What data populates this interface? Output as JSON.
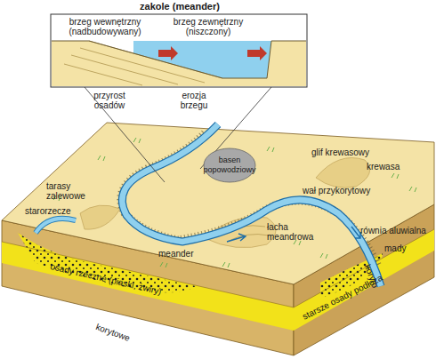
{
  "diagram": {
    "nodes": [
      {
        "text": [
          "zakole (meander)",
          "brzeg wewnętrzny (nadbudowywany)",
          "brzeg zewnętrzny (niszczony)"
        ]
      },
      {
        "text": [
          "basen popowodziowy"
        ]
      }
    ],
    "labels": [
      "przyrost osadów",
      "erozja brzegu",
      "glif krewasowy",
      "krewasa",
      "tarasy zalewowe",
      "wał przykorytowy",
      "starorzecze",
      "meander",
      "łacha meandrowa",
      "równia aluwialna",
      "mady",
      "koryto",
      "osady rzeczne (piaski, żwiry)",
      "korytowe",
      "starsze osady podłoża"
    ]
  }
}
